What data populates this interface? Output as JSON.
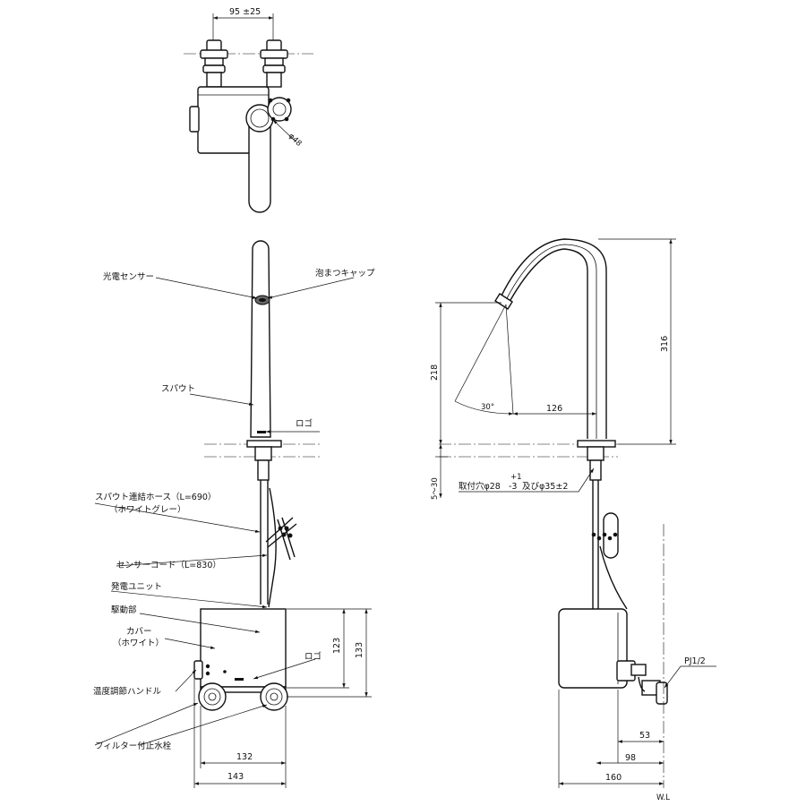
{
  "top_view": {
    "dim_spacing": "95  ±25",
    "dim_diameter": "φ48"
  },
  "front_view": {
    "labels": {
      "photo_sensor": "光電センサー",
      "aerator_cap": "泡まつキャップ",
      "spout": "スパウト",
      "logo_upper": "ロゴ",
      "hose_line1": "スパウト連結ホース（L=690）",
      "hose_line2": "（ホワイトグレー）",
      "sensor_cord": "センサーコード（L=830）",
      "generator": "発電ユニット",
      "drive": "駆動部",
      "cover_line1": "カバー",
      "cover_line2": "（ホワイト）",
      "logo_lower": "ロゴ",
      "temp_handle": "温度調節ハンドル",
      "filter_valve": "フィルター付止水栓"
    },
    "dims": {
      "d123": "123",
      "d133": "133",
      "d132": "132",
      "d143": "143"
    }
  },
  "side_view": {
    "dims": {
      "d316": "316",
      "d218": "218",
      "d126": "126",
      "angle": "30°",
      "range": "5～30",
      "mount_prefix": "取付穴φ28",
      "mount_tol_plus": "+1",
      "mount_tol_minus": "-3",
      "mount_suffix": "及びφ35±2",
      "pj": "PJ1/2",
      "d53": "53",
      "d98": "98",
      "d160": "160"
    },
    "wl": "W.L"
  }
}
